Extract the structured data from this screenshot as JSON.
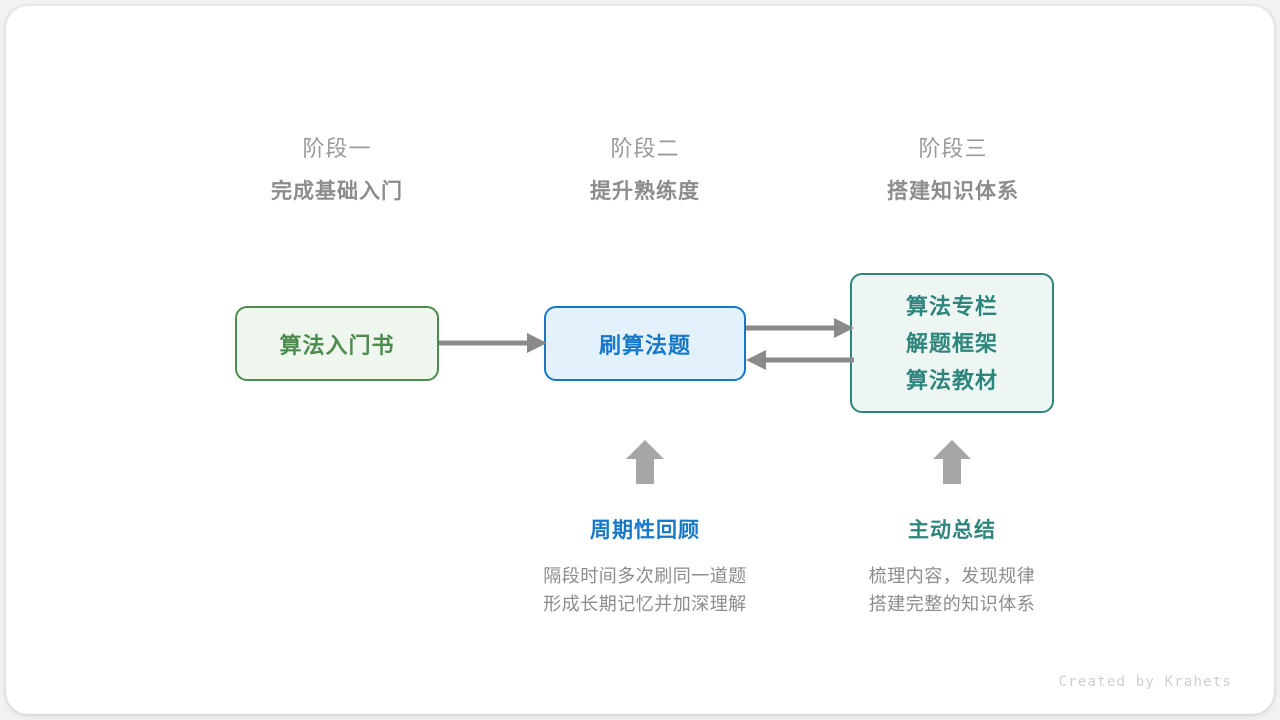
{
  "diagram": {
    "stages": [
      {
        "sub": "阶段一",
        "title": "完成基础入门"
      },
      {
        "sub": "阶段二",
        "title": "提升熟练度"
      },
      {
        "sub": "阶段三",
        "title": "搭建知识体系"
      }
    ],
    "nodes": {
      "book": {
        "label": "算法入门书",
        "color": "#4d8b4f",
        "fill": "#eef6ee"
      },
      "practice": {
        "label": "刷算法题",
        "color": "#1878c8",
        "fill": "#e3f1fc"
      },
      "resources": {
        "lines": [
          "算法专栏",
          "解题框架",
          "算法教材"
        ],
        "color": "#2e857c",
        "fill": "#eef6f4"
      }
    },
    "arrows": {
      "color": "#8a8a8a",
      "book_to_practice": "arrow-right-icon",
      "practice_to_resources": "arrow-right-icon",
      "resources_to_practice": "arrow-left-icon",
      "up_review": "arrow-up-icon",
      "up_summary": "arrow-up-icon"
    },
    "captions": [
      {
        "title": "周期性回顾",
        "color": "#1878c8",
        "body": [
          "隔段时间多次刷同一道题",
          "形成长期记忆并加深理解"
        ]
      },
      {
        "title": "主动总结",
        "color": "#2e857c",
        "body": [
          "梳理内容，发现规律",
          "搭建完整的知识体系"
        ]
      }
    ],
    "watermark": "Created by Krahets"
  }
}
